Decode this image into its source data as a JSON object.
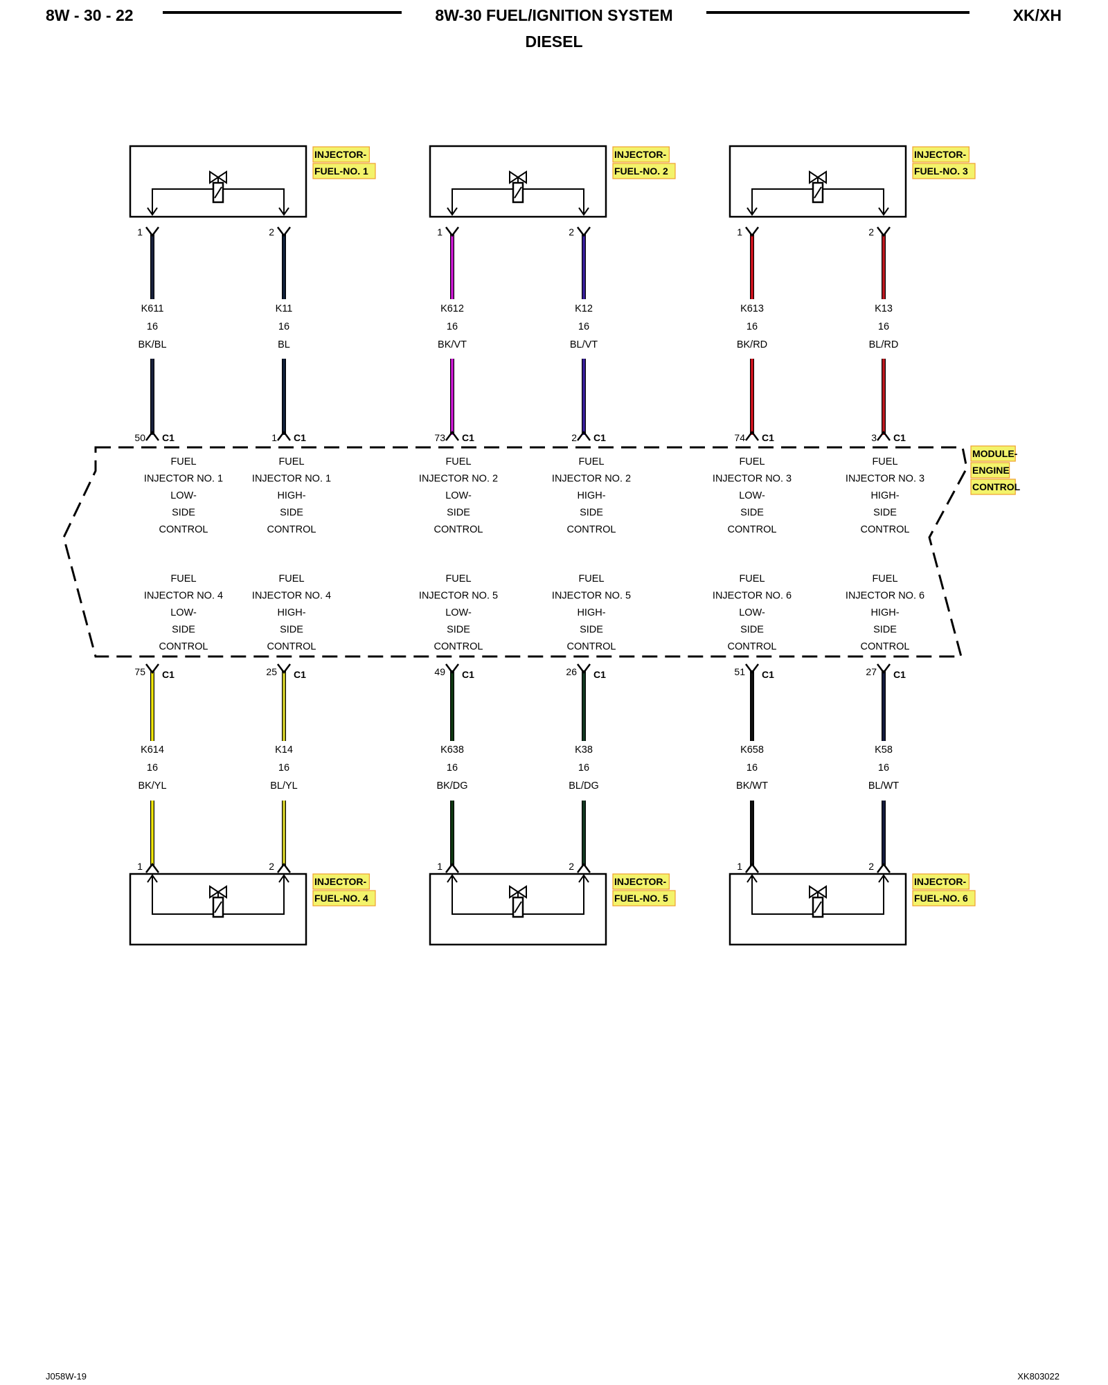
{
  "header": {
    "page_code": "8W - 30 - 22",
    "title_line1": "8W-30 FUEL/IGNITION SYSTEM",
    "title_line2": "DIESEL",
    "model": "XK/XH"
  },
  "footer": {
    "left_code": "J058W-19",
    "right_code": "XK803022"
  },
  "colors": {
    "label_highlight": "#f3f36b",
    "label_border": "#f0a030",
    "BK/BL": "#1a2340",
    "BL": "#10203a",
    "BK/VT": "#d01ad8",
    "BL/VT": "#3a1fa0",
    "BK/RD": "#d8121e",
    "BL/RD": "#c21a22",
    "BK/YL": "#f2e80a",
    "BL/YL": "#d8d42a",
    "BK/DG": "#0f3a12",
    "BL/DG": "#123a22",
    "BK/WT": "#101010",
    "BL/WT": "#141c40"
  },
  "module": {
    "label_lines": [
      "MODULE-",
      "ENGINE",
      "CONTROL"
    ],
    "top_functions": [
      [
        "FUEL",
        "INJECTOR NO. 1",
        "LOW-",
        "SIDE",
        "CONTROL"
      ],
      [
        "FUEL",
        "INJECTOR NO. 1",
        "HIGH-",
        "SIDE",
        "CONTROL"
      ],
      [
        "FUEL",
        "INJECTOR NO. 2",
        "LOW-",
        "SIDE",
        "CONTROL"
      ],
      [
        "FUEL",
        "INJECTOR NO. 2",
        "HIGH-",
        "SIDE",
        "CONTROL"
      ],
      [
        "FUEL",
        "INJECTOR NO. 3",
        "LOW-",
        "SIDE",
        "CONTROL"
      ],
      [
        "FUEL",
        "INJECTOR NO. 3",
        "HIGH-",
        "SIDE",
        "CONTROL"
      ]
    ],
    "bottom_functions": [
      [
        "FUEL",
        "INJECTOR NO. 4",
        "LOW-",
        "SIDE",
        "CONTROL"
      ],
      [
        "FUEL",
        "INJECTOR NO. 4",
        "HIGH-",
        "SIDE",
        "CONTROL"
      ],
      [
        "FUEL",
        "INJECTOR NO. 5",
        "LOW-",
        "SIDE",
        "CONTROL"
      ],
      [
        "FUEL",
        "INJECTOR NO. 5",
        "HIGH-",
        "SIDE",
        "CONTROL"
      ],
      [
        "FUEL",
        "INJECTOR NO. 6",
        "LOW-",
        "SIDE",
        "CONTROL"
      ],
      [
        "FUEL",
        "INJECTOR NO. 6",
        "HIGH-",
        "SIDE",
        "CONTROL"
      ]
    ]
  },
  "injectors_top": [
    {
      "label_lines": [
        "INJECTOR-",
        "FUEL-NO. 1"
      ],
      "wires": [
        {
          "inj_pin": "1",
          "circuit": "K611",
          "gauge": "16",
          "color_code": "BK/BL",
          "pcm_pin": "50",
          "connector": "C1"
        },
        {
          "inj_pin": "2",
          "circuit": "K11",
          "gauge": "16",
          "color_code": "BL",
          "pcm_pin": "1",
          "connector": "C1"
        }
      ]
    },
    {
      "label_lines": [
        "INJECTOR-",
        "FUEL-NO. 2"
      ],
      "wires": [
        {
          "inj_pin": "1",
          "circuit": "K612",
          "gauge": "16",
          "color_code": "BK/VT",
          "pcm_pin": "73",
          "connector": "C1"
        },
        {
          "inj_pin": "2",
          "circuit": "K12",
          "gauge": "16",
          "color_code": "BL/VT",
          "pcm_pin": "2",
          "connector": "C1"
        }
      ]
    },
    {
      "label_lines": [
        "INJECTOR-",
        "FUEL-NO. 3"
      ],
      "wires": [
        {
          "inj_pin": "1",
          "circuit": "K613",
          "gauge": "16",
          "color_code": "BK/RD",
          "pcm_pin": "74",
          "connector": "C1"
        },
        {
          "inj_pin": "2",
          "circuit": "K13",
          "gauge": "16",
          "color_code": "BL/RD",
          "pcm_pin": "3",
          "connector": "C1"
        }
      ]
    }
  ],
  "injectors_bottom": [
    {
      "label_lines": [
        "INJECTOR-",
        "FUEL-NO. 4"
      ],
      "wires": [
        {
          "inj_pin": "1",
          "circuit": "K614",
          "gauge": "16",
          "color_code": "BK/YL",
          "pcm_pin": "75",
          "connector": "C1"
        },
        {
          "inj_pin": "2",
          "circuit": "K14",
          "gauge": "16",
          "color_code": "BL/YL",
          "pcm_pin": "25",
          "connector": "C1"
        }
      ]
    },
    {
      "label_lines": [
        "INJECTOR-",
        "FUEL-NO. 5"
      ],
      "wires": [
        {
          "inj_pin": "1",
          "circuit": "K638",
          "gauge": "16",
          "color_code": "BK/DG",
          "pcm_pin": "49",
          "connector": "C1"
        },
        {
          "inj_pin": "2",
          "circuit": "K38",
          "gauge": "16",
          "color_code": "BL/DG",
          "pcm_pin": "26",
          "connector": "C1"
        }
      ]
    },
    {
      "label_lines": [
        "INJECTOR-",
        "FUEL-NO. 6"
      ],
      "wires": [
        {
          "inj_pin": "1",
          "circuit": "K658",
          "gauge": "16",
          "color_code": "BK/WT",
          "pcm_pin": "51",
          "connector": "C1"
        },
        {
          "inj_pin": "2",
          "circuit": "K58",
          "gauge": "16",
          "color_code": "BL/WT",
          "pcm_pin": "27",
          "connector": "C1"
        }
      ]
    }
  ]
}
